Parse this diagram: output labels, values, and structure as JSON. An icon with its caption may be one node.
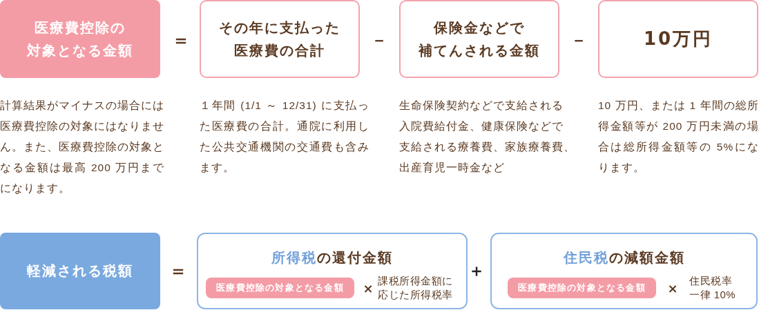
{
  "diagram": {
    "nodes": [
      {
        "text": [
          "医療費控除の対象となる金額"
        ],
        "beside": [
          "計算結果がマイナスの場合には医療費控除の対象にはなりません。また、医療費控除の対象となる金額は最高 200 万円までになります。"
        ]
      },
      {
        "text": [
          "その年に支払った医療費の合計"
        ],
        "beside": [
          "１年間 (1/1 ～ 12/31) に支払った医療費の合計。通院に利用した公共交通機関の交通費も含みます。"
        ]
      },
      {
        "text": [
          "保険金などで補てんされる金額"
        ],
        "beside": [
          "生命保険契約などで支給される入院費給付金、健康保険などで支給される療養費、家族療養費、出産育児一時金など"
        ]
      },
      {
        "text": [
          "10万円"
        ],
        "beside": [
          "10 万円、または 1 年間の総所得金額等が 200 万円未満の場合は総所得金額等の 5%になります。"
        ]
      },
      {
        "text": [
          "軽減される税額"
        ]
      },
      {
        "text": [
          "**所得税**の還付金額"
        ]
      },
      {
        "text": [
          "医療費控除の対象となる金額"
        ],
        "in": 5
      },
      {
        "text": [
          "**住民税**の減額金額"
        ]
      },
      {
        "text": [
          "医療費控除の対象となる金額"
        ],
        "in": 7
      }
    ],
    "labels": [
      "＝",
      "－",
      "－",
      "＝",
      "×",
      "課税所得金額に応じた所得税率",
      "＋",
      "×",
      "住民税率一律 10%"
    ]
  }
}
